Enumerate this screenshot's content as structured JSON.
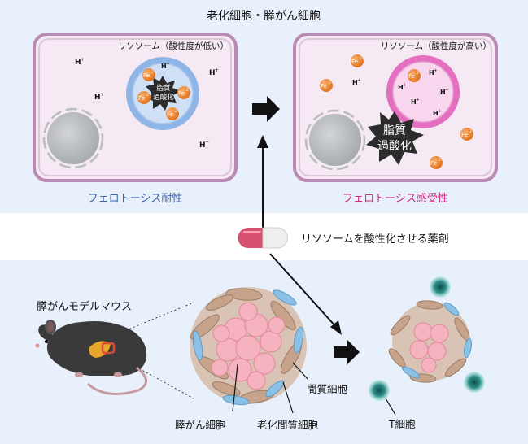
{
  "top_panel": {
    "title": "老化細胞・膵がん細胞",
    "left_cell": {
      "lysosome_label": "リソソーム（酸性度が低い）",
      "star_text": [
        "脂質",
        "過酸化"
      ],
      "caption": "フェロトーシス耐性"
    },
    "right_cell": {
      "lysosome_label": "リソソーム（酸性度が高い）",
      "star_text": [
        "脂質",
        "過酸化"
      ],
      "caption": "フェロトーシス感受性"
    },
    "proton": "H",
    "iron": "Fe",
    "iron_charge": "2+",
    "plus": "+"
  },
  "drug": {
    "label": "リソソームを酸性化させる薬剤"
  },
  "bottom_panel": {
    "mouse_label": "膵がんモデルマウス",
    "label_stromal": "間質細胞",
    "label_cancer": "膵がん細胞",
    "label_senescent_stromal": "老化間質細胞",
    "label_tcell": "T細胞"
  },
  "colors": {
    "panel_bg": "#e8f0fb",
    "cell_fill": "#f5e9f3",
    "cell_border": "#b98bb4",
    "lyso_blue": "#8fb4e6",
    "lyso_pink": "#e46fc1",
    "iron": "#f08b3a",
    "caption_blue": "#3d63a8",
    "caption_pink": "#cf2f82",
    "tumor": "#f4b3bf",
    "stroma": "#c8a48c",
    "tcell": "#4fb8b3"
  }
}
